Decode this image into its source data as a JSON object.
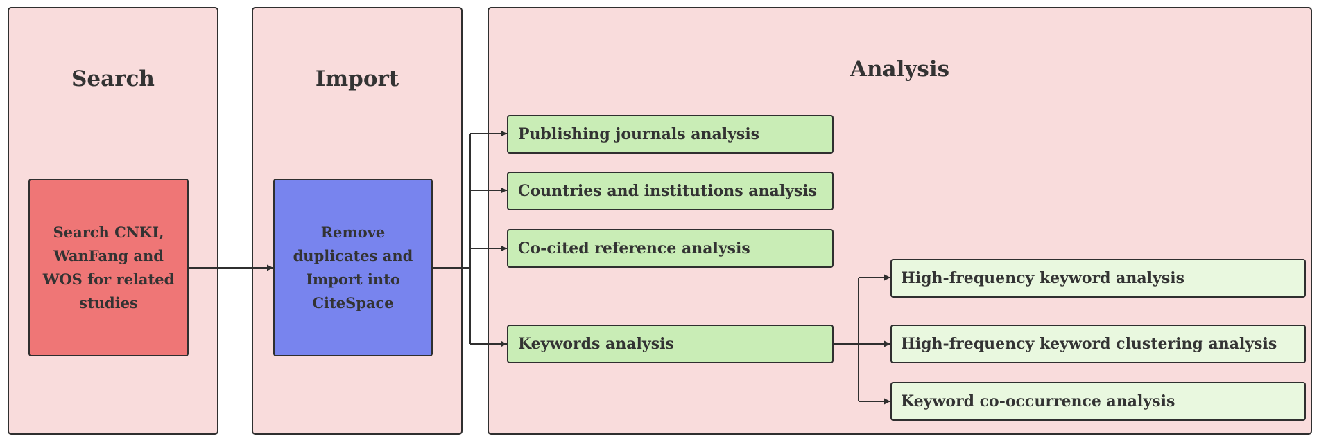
{
  "panels": {
    "search": {
      "title": "Search"
    },
    "import": {
      "title": "Import"
    },
    "analysis": {
      "title": "Analysis"
    }
  },
  "nodes": {
    "search_step": "Search CNKI, WanFang and WOS for related studies",
    "import_step": "Remove duplicates and Import into CiteSpace",
    "analyses": [
      "Publishing journals analysis",
      "Countries and institutions analysis",
      "Co-cited reference analysis",
      "Keywords analysis"
    ],
    "keyword_analyses": [
      "High-frequency keyword analysis",
      "High-frequency keyword clustering analysis",
      "Keyword co-occurrence analysis"
    ]
  },
  "colors": {
    "panel_fill": "#f9dcdc",
    "search_node": "#ef7676",
    "import_node": "#7884ee",
    "analysis_node": "#c9edb6",
    "keyword_node": "#e9f8df",
    "stroke": "#2f2f2f"
  }
}
